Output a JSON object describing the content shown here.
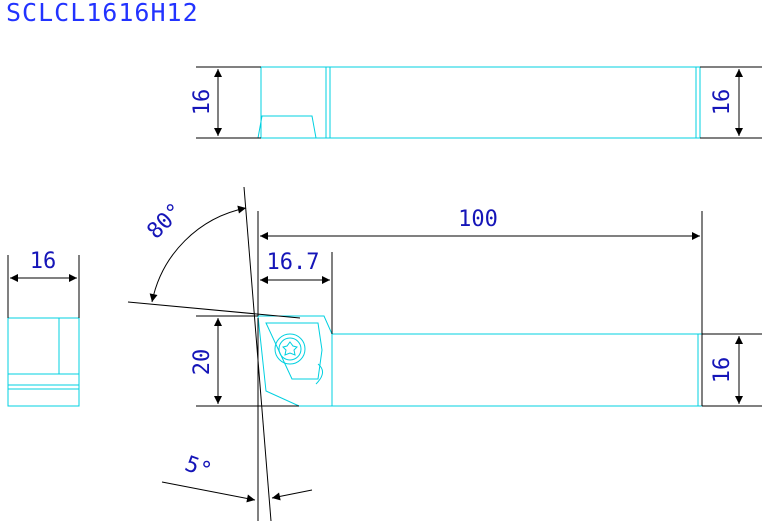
{
  "title": "SCLCL1616H12",
  "dimensions": {
    "top_view_height_left": "16",
    "top_view_height_right": "16",
    "end_view_width": "16",
    "overall_length": "100",
    "head_length": "16.7",
    "head_height": "20",
    "shank_height": "16",
    "cutting_angle": "80°",
    "clearance_angle": "5°"
  },
  "colors": {
    "outline": "#00d0e0",
    "dimension": "#000000",
    "text": "#1515b8",
    "title": "#2233ff"
  }
}
